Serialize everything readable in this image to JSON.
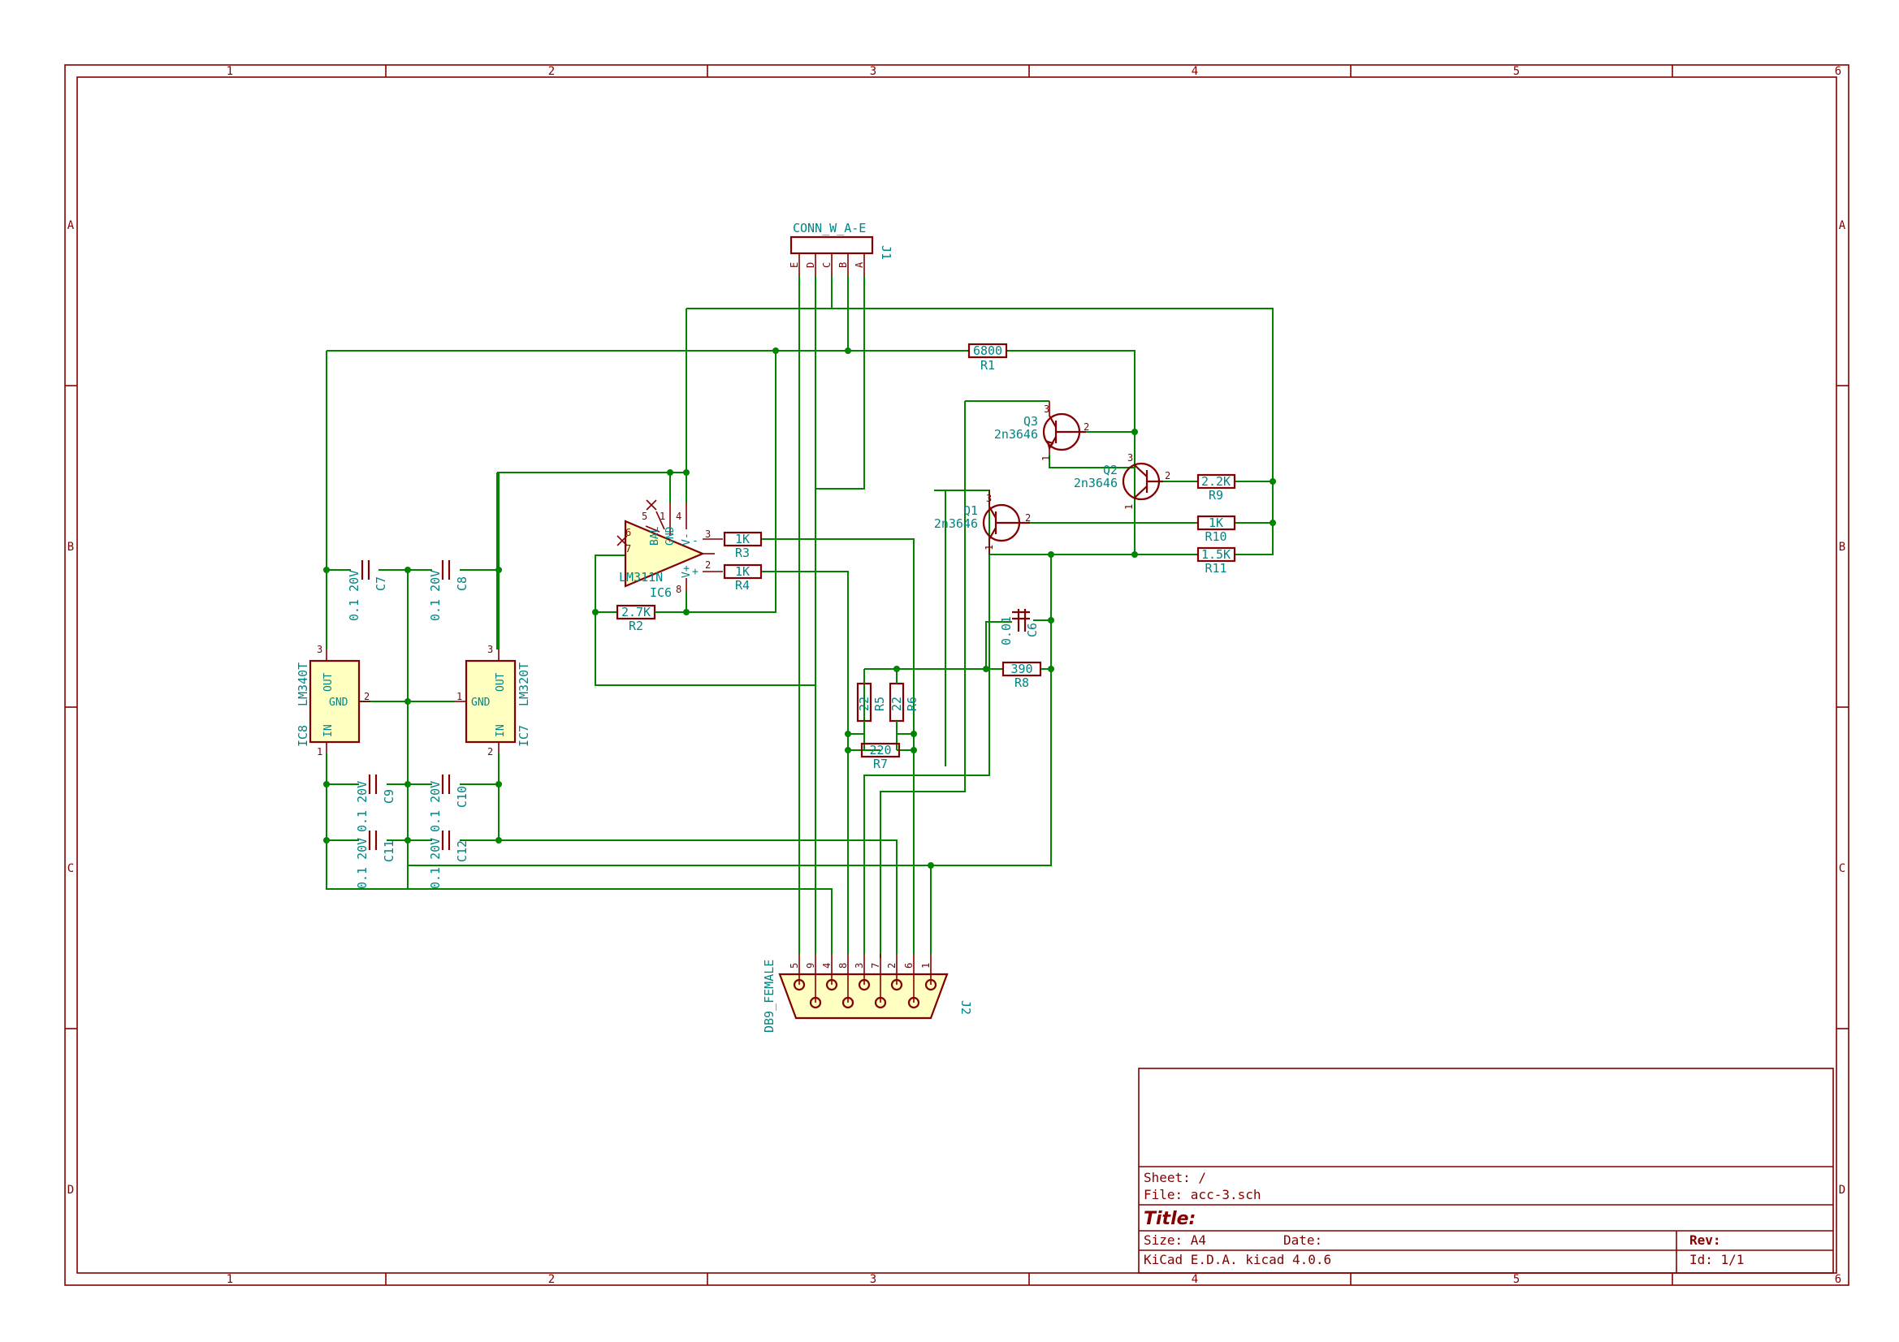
{
  "frame": {
    "columns": [
      "1",
      "2",
      "3",
      "4",
      "5",
      "6"
    ],
    "rows": [
      "A",
      "B",
      "C",
      "D"
    ]
  },
  "title_block": {
    "sheet": "Sheet: /",
    "file": "File: acc-3.sch",
    "title": "Title:",
    "size": "Size: A4",
    "date": "Date:",
    "rev": "Rev:",
    "tool": "KiCad E.D.A.  kicad 4.0.6",
    "id": "Id: 1/1"
  },
  "components": {
    "J1": {
      "ref": "J1",
      "value": "CONN_W_A-E",
      "pins": [
        "E",
        "D",
        "C",
        "B",
        "A"
      ]
    },
    "J2": {
      "ref": "J2",
      "value": "DB9_FEMALE",
      "pins": [
        "5",
        "9",
        "4",
        "8",
        "3",
        "7",
        "2",
        "6",
        "1"
      ]
    },
    "R1": {
      "ref": "R1",
      "value": "6800"
    },
    "R2": {
      "ref": "R2",
      "value": "2.7K"
    },
    "R3": {
      "ref": "R3",
      "value": "1K"
    },
    "R4": {
      "ref": "R4",
      "value": "1K"
    },
    "R5": {
      "ref": "R5",
      "value": "22"
    },
    "R6": {
      "ref": "R6",
      "value": "22"
    },
    "R7": {
      "ref": "R7",
      "value": "220"
    },
    "R8": {
      "ref": "R8",
      "value": "390"
    },
    "R9": {
      "ref": "R9",
      "value": "2.2K"
    },
    "R10": {
      "ref": "R10",
      "value": "1K"
    },
    "R11": {
      "ref": "R11",
      "value": "1.5K"
    },
    "Q1": {
      "ref": "Q1",
      "value": "2n3646"
    },
    "Q2": {
      "ref": "Q2",
      "value": "2n3646"
    },
    "Q3": {
      "ref": "Q3",
      "value": "2n3646"
    },
    "IC6": {
      "ref": "IC6",
      "value": "LM311N",
      "pin_names": [
        "BAL",
        "GND",
        "V-",
        "V+",
        "-",
        "+"
      ]
    },
    "IC7": {
      "ref": "IC7",
      "value": "LM320T",
      "pin_names": [
        "OUT",
        "GND",
        "IN"
      ]
    },
    "IC8": {
      "ref": "IC8",
      "value": "LM340T",
      "pin_names": [
        "OUT",
        "GND",
        "IN"
      ]
    },
    "C6": {
      "ref": "C6",
      "value": "0.01"
    },
    "C7": {
      "ref": "C7",
      "value": "0.1 20V"
    },
    "C8": {
      "ref": "C8",
      "value": "0.1 20V"
    },
    "C9": {
      "ref": "C9",
      "value": "0.1 20V"
    },
    "C10": {
      "ref": "C10",
      "value": "0.1 20V"
    },
    "C11": {
      "ref": "C11",
      "value": "0.1 20V"
    },
    "C12": {
      "ref": "C12",
      "value": "0.1 20V"
    }
  },
  "pin_numbers": {
    "IC6": [
      "7",
      "6",
      "5",
      "1",
      "4",
      "3",
      "2",
      "8"
    ],
    "IC7": [
      "3",
      "1",
      "2"
    ],
    "IC8": [
      "3",
      "2",
      "1"
    ],
    "Q1": [
      "3",
      "2",
      "1"
    ],
    "Q2": [
      "3",
      "2",
      "1"
    ],
    "Q3": [
      "3",
      "2",
      "1"
    ]
  }
}
